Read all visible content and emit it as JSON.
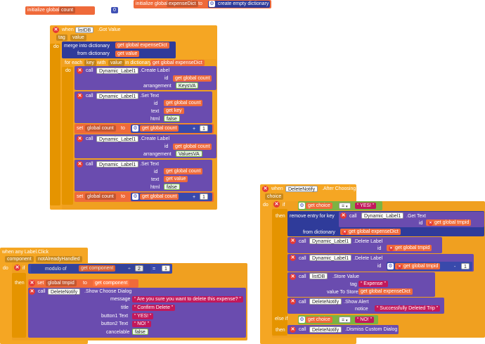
{
  "top": {
    "init1_label": "initialize global",
    "init1_name": "count",
    "init1_to": "to",
    "init1_value": "0",
    "init2_label": "initialize global",
    "init2_name": "expenseDict",
    "init2_to": "to",
    "init2_value": "create empty dictionary"
  },
  "gotvalue": {
    "when": "when",
    "component": "listDB",
    "event": ".Got Value",
    "param1": "tag",
    "param2": "value",
    "do": "do",
    "merge": "merge into dictionary",
    "get1": "get",
    "get1_var": "global expenseDict",
    "from_dict": "from dictionary",
    "get2": "get",
    "get2_var": "value",
    "foreach": "for each",
    "key": "key",
    "with": "with",
    "val": "value",
    "in_dict": "in dictionary",
    "get3": "get",
    "get3_var": "global expenseDict",
    "do2": "do",
    "call": "call",
    "label_comp": "Dynamic_Label1",
    "create_label": ".Create Label",
    "id": "id",
    "arrangement": "arrangement",
    "get_count": "global count",
    "keys_va": "KeysVA",
    "set_text": ".Set Text",
    "text": "text",
    "html": "html",
    "get_key": "key",
    "false": "false",
    "set": "set",
    "set_var": "global count",
    "to": "to",
    "plus": "+",
    "one": "1",
    "values_va": "ValuesVA",
    "get_value": "value"
  },
  "labelclick": {
    "when": "when any Label.Click",
    "param1": "component",
    "param2": "notAlreadyHandled",
    "do": "do",
    "if": "if",
    "modulo": "modulo of",
    "get_comp": "component",
    "div": "÷",
    "two": "2",
    "eq": "=",
    "one": "1",
    "then": "then",
    "set": "set",
    "set_var": "global tmpid",
    "to": "to",
    "get": "get",
    "call": "call",
    "notify": "DeleteNotify",
    "method": ".Show Choose Dialog",
    "message": "message",
    "message_val": "Are you sure you want to delete this expense?",
    "title": "title",
    "title_val": "Confirm Delete",
    "b1": "button1 Text",
    "b1_val": "YES!",
    "b2": "button2 Text",
    "b2_val": "NO!",
    "cancelable": "cancelable",
    "false": "false"
  },
  "afterchoosing": {
    "when": "when",
    "component": "DeleteNotify",
    "event": ".After Choosing",
    "param": "choice",
    "do": "do",
    "if": "if",
    "get": "get",
    "choice": "choice",
    "eq": "=",
    "yes": "YES!",
    "then": "then",
    "remove": "remove entry for key",
    "call": "call",
    "label_comp": "Dynamic_Label1",
    "get_text": ".Get Text",
    "id": "id",
    "tmpid": "global tmpid",
    "from_dict": "from dictionary",
    "expense": "global expenseDict",
    "delete_label": ".Delete Label",
    "minus": "-",
    "one": "1",
    "listdb": "listDB",
    "store": ".Store Value",
    "tag": "tag",
    "expense_str": "Expense",
    "value_to_store": "value To Store",
    "notify": "DeleteNotify",
    "show_alert": ".Show Alert",
    "notice": "notice",
    "notice_val": "Successfully Deleted Trip",
    "elseif": "else if",
    "no": "NO!",
    "then2": "then",
    "dismiss": ".Dismiss Custom Dialog"
  }
}
